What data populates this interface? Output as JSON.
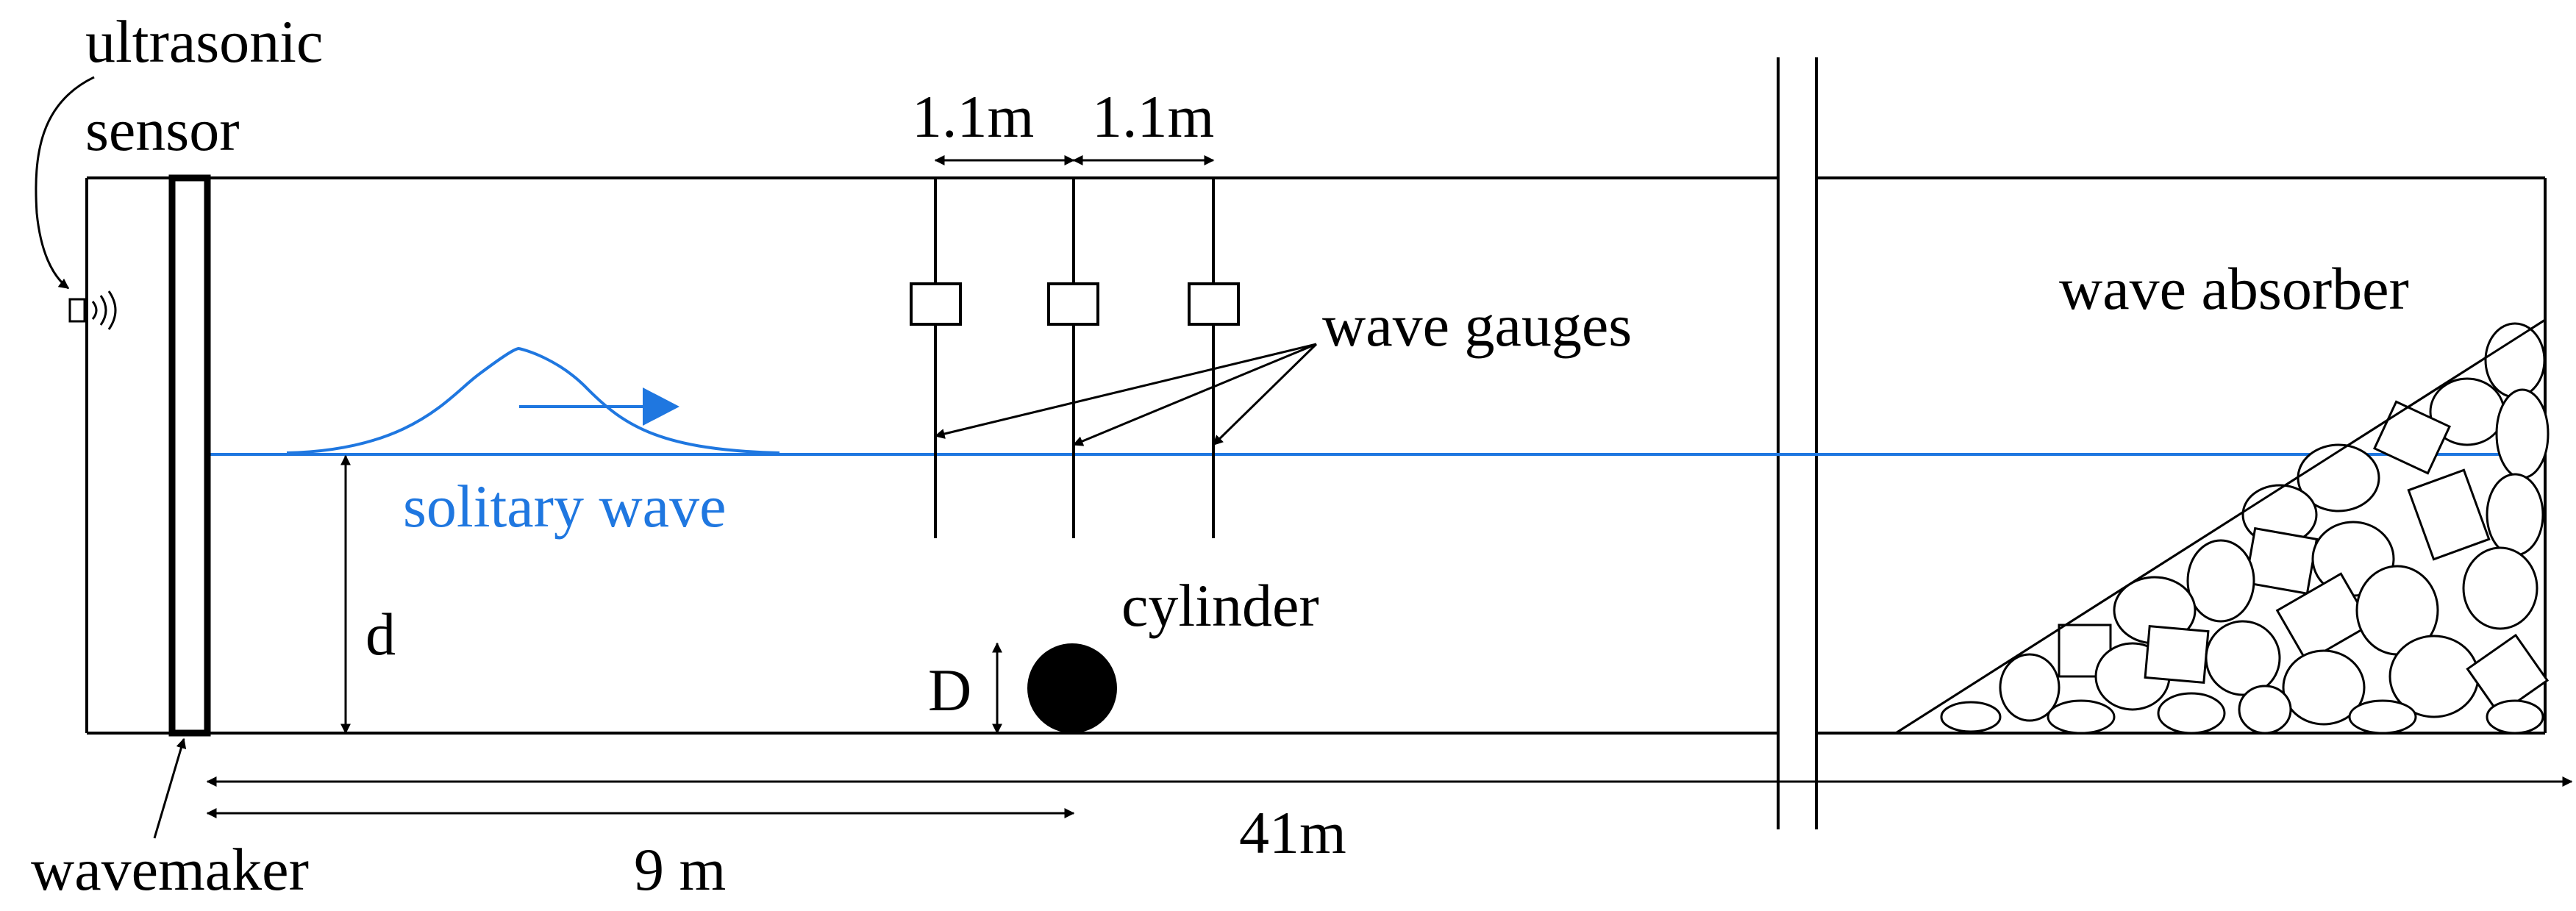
{
  "labels": {
    "ultrasonic": "ultrasonic",
    "sensor": "sensor",
    "spacing_1": "1.1m",
    "spacing_2": "1.1m",
    "wave_gauges": "wave gauges",
    "wave_absorber": "wave absorber",
    "solitary_wave": "solitary wave",
    "depth": "d",
    "cylinder": "cylinder",
    "diameter": "D",
    "wavemaker": "wavemaker",
    "distance_cylinder": "9 m",
    "flume_length": "41m"
  },
  "colors": {
    "water": "#1f77e0",
    "ink": "#000000",
    "background": "#ffffff"
  }
}
